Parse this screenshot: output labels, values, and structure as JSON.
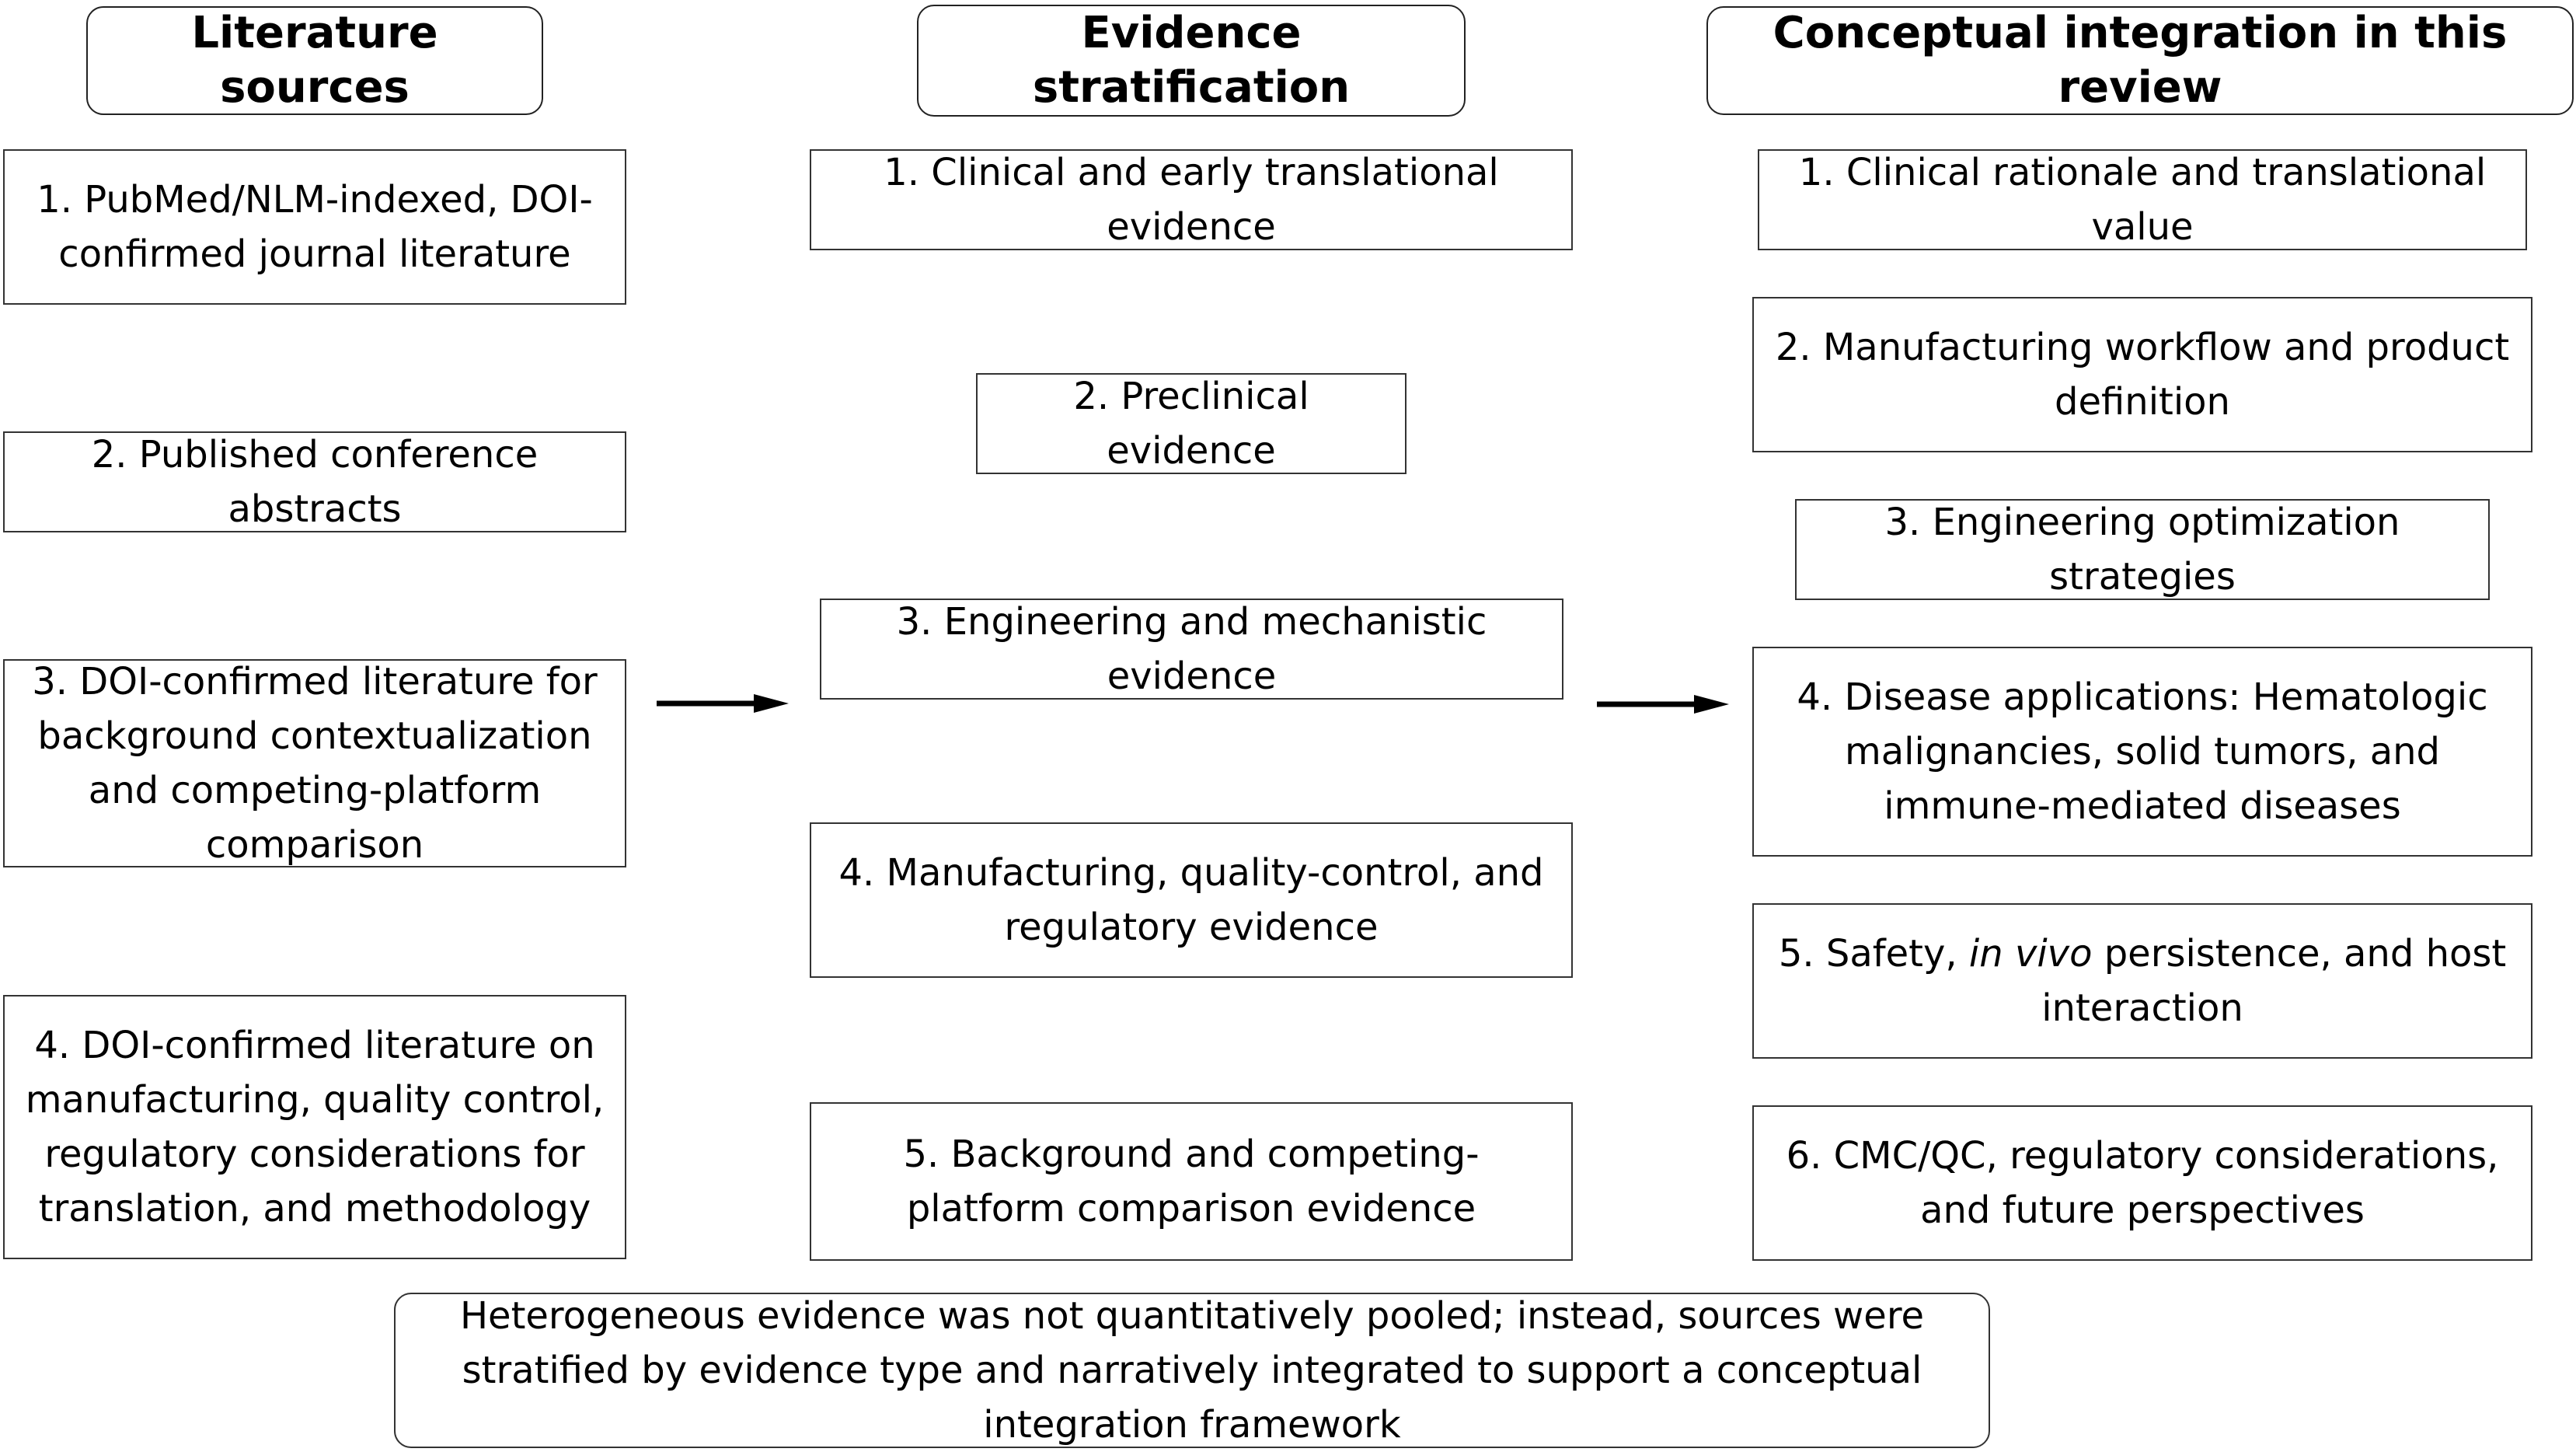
{
  "headers": {
    "col1": "Literature sources",
    "col2": "Evidence stratification",
    "col3": "Conceptual integration in this review"
  },
  "sources": [
    "1. PubMed/NLM-indexed, DOI-confirmed journal literature",
    "2. Published conference abstracts",
    "3. DOI-confirmed literature for background contextualization and competing-platform comparison",
    "4. DOI-confirmed literature on manufacturing, quality control, regulatory considerations for translation, and methodology"
  ],
  "stratification": [
    "1. Clinical and early translational evidence",
    "2. Preclinical evidence",
    "3. Engineering and mechanistic evidence",
    "4. Manufacturing, quality-control, and regulatory evidence",
    "5. Background and competing-platform comparison evidence"
  ],
  "integration": [
    "1. Clinical rationale and translational value",
    "2. Manufacturing workflow and product definition",
    "3. Engineering optimization strategies",
    "4. Disease applications: Hematologic malignancies, solid tumors, and immune-mediated diseases",
    {
      "before": "5. Safety, ",
      "italic": "in vivo",
      "after": " persistence, and host interaction"
    },
    "6. CMC/QC, regulatory considerations, and future perspectives"
  ],
  "footnote": "Heterogeneous evidence was not quantitatively pooled; instead, sources were stratified by evidence type and narratively integrated to support a conceptual integration framework"
}
